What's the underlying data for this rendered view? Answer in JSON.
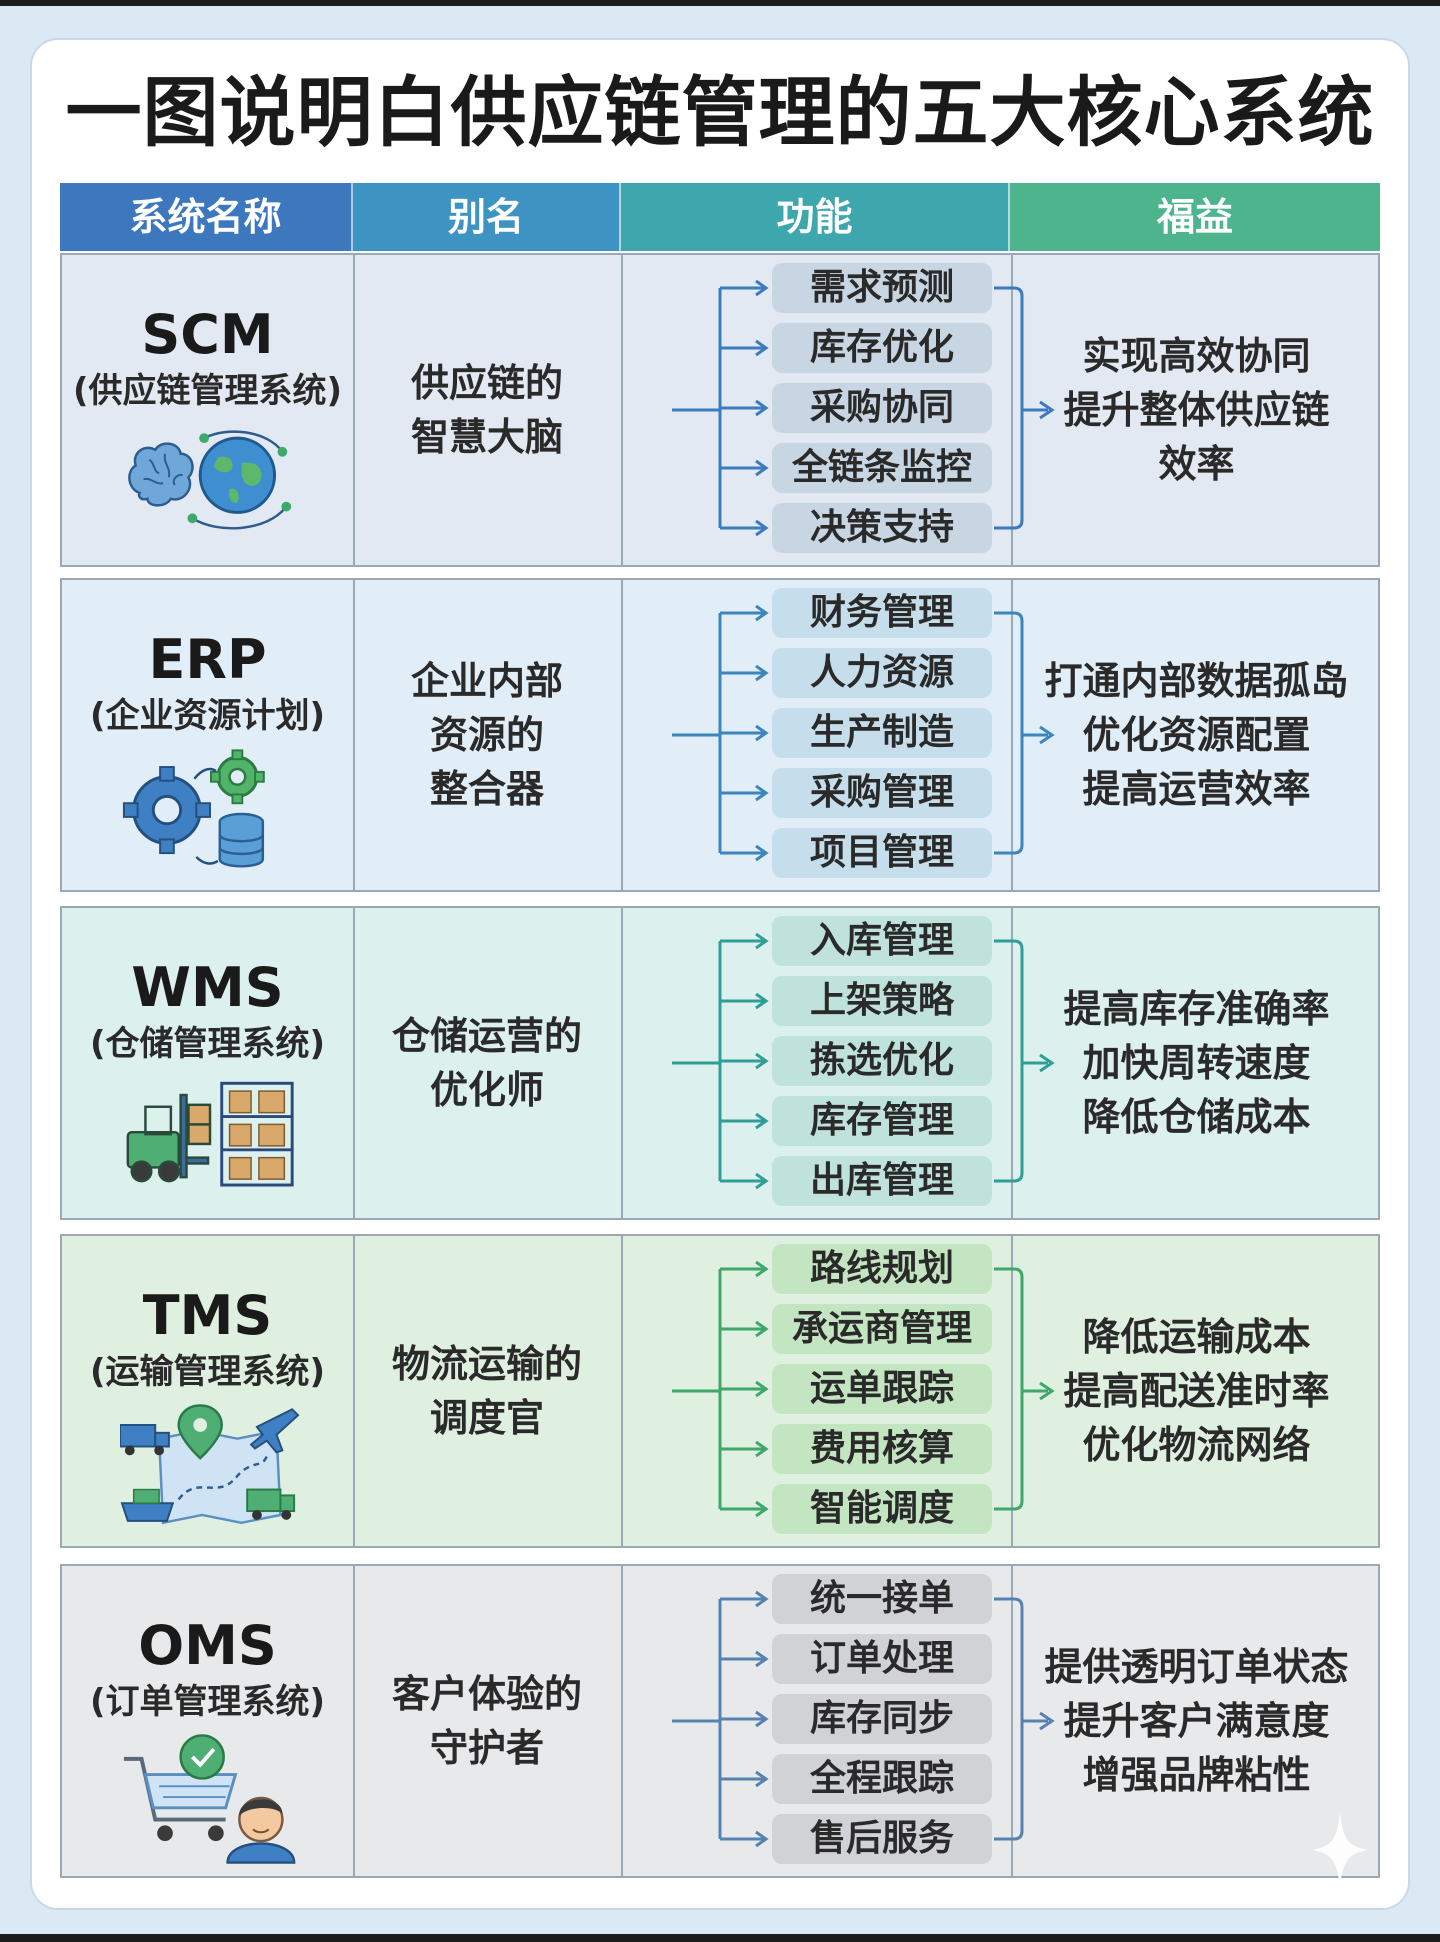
{
  "title": "一图说明白供应链管理的五大核心系统",
  "headers": [
    "系统名称",
    "别名",
    "功能",
    "福益"
  ],
  "colors": {
    "header": [
      "#3d78bf",
      "#3d94c2",
      "#3ea6ad",
      "#4db48e"
    ],
    "rows": [
      "#e2e9f2",
      "#e1edf7",
      "#dcf0ee",
      "#e0f0e0",
      "#e8e9eb"
    ],
    "pills": [
      "#c8d6e3",
      "#c6ddec",
      "#bfe2dc",
      "#c4e5c2",
      "#d0d2d6"
    ],
    "arrows": [
      "#3c7bbd",
      "#3c86bd",
      "#2f9e97",
      "#3ea86b",
      "#5582b0"
    ]
  },
  "systems": [
    {
      "abbr": "SCM",
      "full": "(供应链管理系统)",
      "icon": "brain-globe-icon",
      "alias": "供应链的\n智慧大脑",
      "functions": [
        "需求预测",
        "库存优化",
        "采购协同",
        "全链条监控",
        "决策支持"
      ],
      "benefits": [
        "实现高效协同",
        "提升整体供应链",
        "效率"
      ]
    },
    {
      "abbr": "ERP",
      "full": "(企业资源计划)",
      "icon": "gears-database-icon",
      "alias": "企业内部\n资源的\n整合器",
      "functions": [
        "财务管理",
        "人力资源",
        "生产制造",
        "采购管理",
        "项目管理"
      ],
      "benefits": [
        "打通内部数据孤岛",
        "优化资源配置",
        "提高运营效率"
      ]
    },
    {
      "abbr": "WMS",
      "full": "(仓储管理系统)",
      "icon": "forklift-warehouse-icon",
      "alias": "仓储运营的\n优化师",
      "functions": [
        "入库管理",
        "上架策略",
        "拣选优化",
        "库存管理",
        "出库管理"
      ],
      "benefits": [
        "提高库存准确率",
        "加快周转速度",
        "降低仓储成本"
      ]
    },
    {
      "abbr": "TMS",
      "full": "(运输管理系统)",
      "icon": "transport-map-icon",
      "alias": "物流运输的\n调度官",
      "functions": [
        "路线规划",
        "承运商管理",
        "运单跟踪",
        "费用核算",
        "智能调度"
      ],
      "benefits": [
        "降低运输成本",
        "提高配送准时率",
        "优化物流网络"
      ]
    },
    {
      "abbr": "OMS",
      "full": "(订单管理系统)",
      "icon": "cart-customer-icon",
      "alias": "客户体验的\n守护者",
      "functions": [
        "统一接单",
        "订单处理",
        "库存同步",
        "全程跟踪",
        "售后服务"
      ],
      "benefits": [
        "提供透明订单状态",
        "提升客户满意度",
        "增强品牌粘性"
      ]
    }
  ]
}
